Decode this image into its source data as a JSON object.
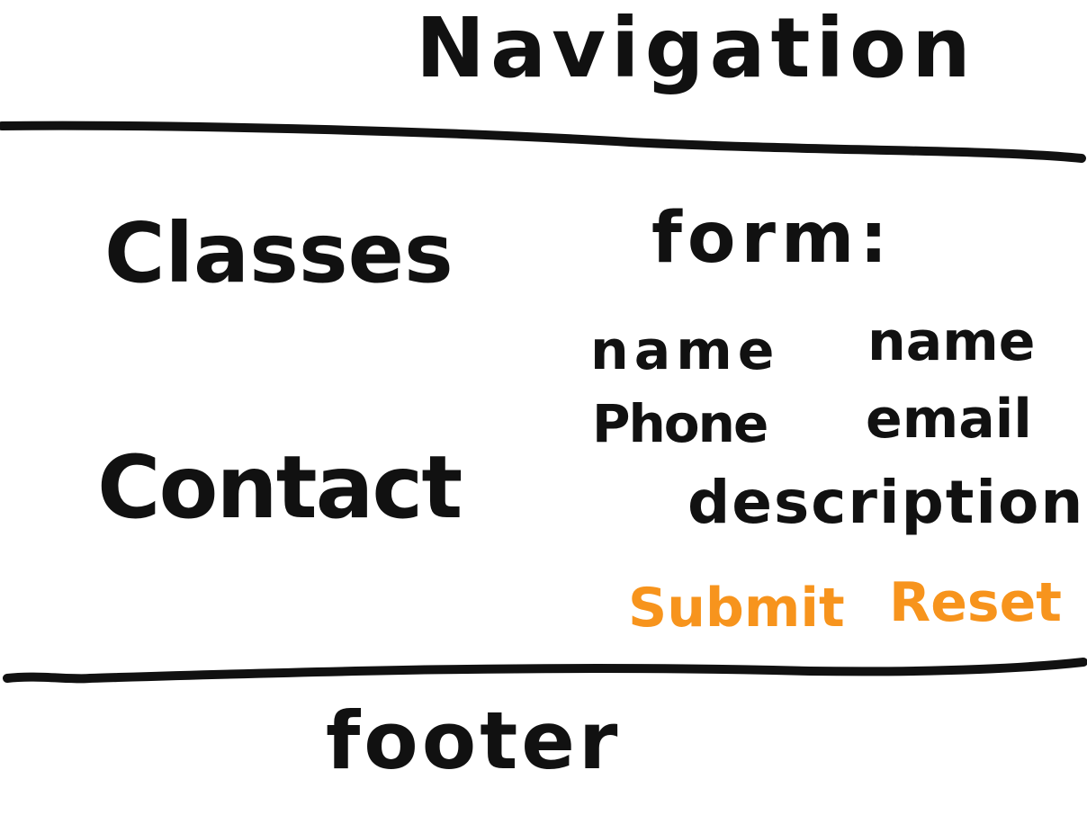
{
  "header": {
    "title": "Navigation"
  },
  "sidebar": {
    "items": [
      {
        "label": "Classes"
      },
      {
        "label": "Contact"
      }
    ]
  },
  "form": {
    "title": "form:",
    "fields": [
      {
        "label": "name"
      },
      {
        "label": "name"
      },
      {
        "label": "Phone"
      },
      {
        "label": "email"
      },
      {
        "label": "description"
      }
    ],
    "buttons": {
      "submit_label": "Submit",
      "reset_label": "Reset"
    },
    "button_color": "#f7941d"
  },
  "footer": {
    "label": "footer"
  },
  "ink_color": "#111111"
}
